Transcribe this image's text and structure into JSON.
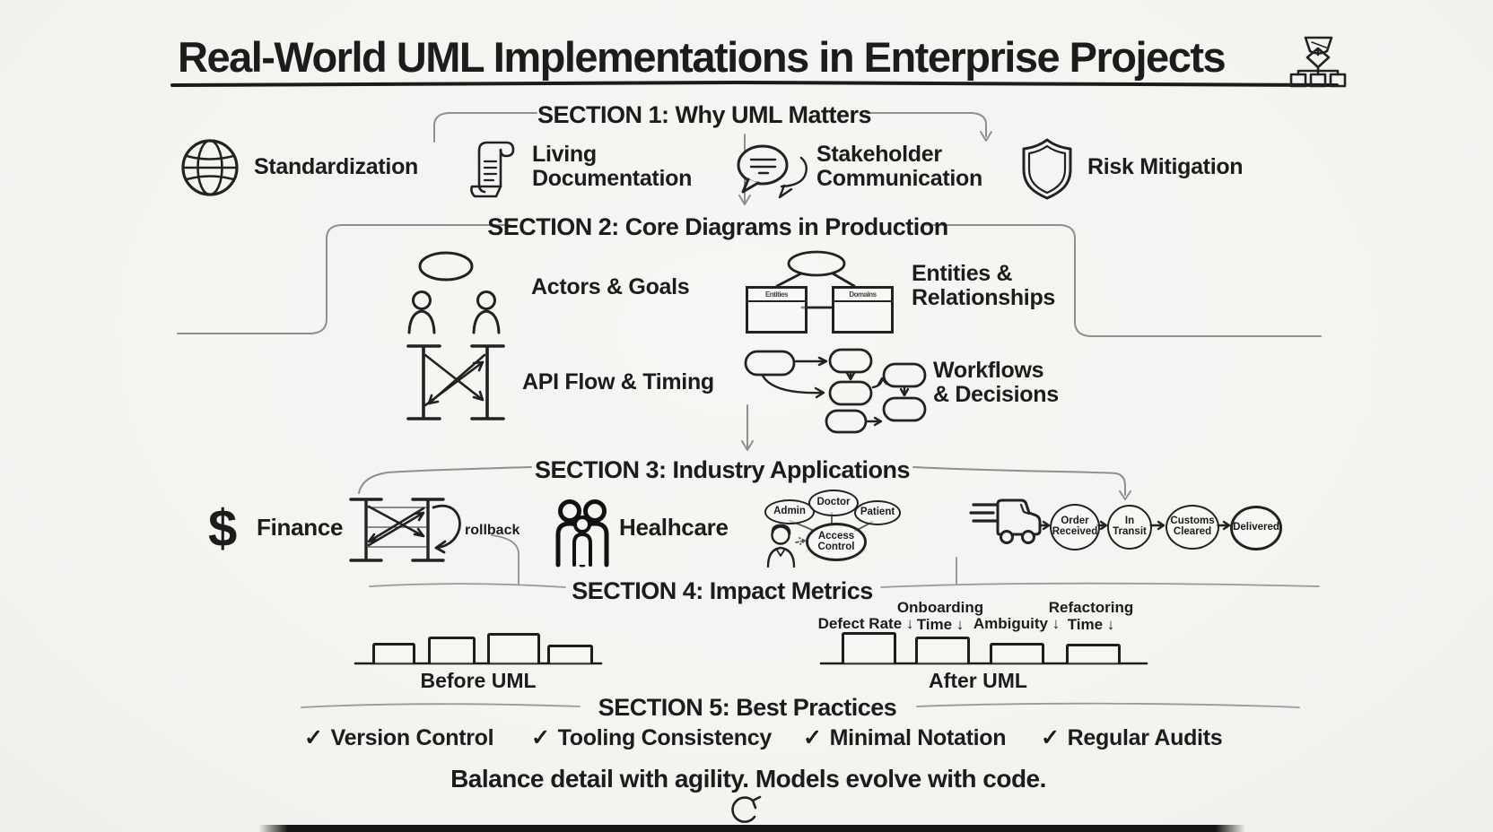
{
  "title": {
    "text": "Real-World UML Implementations in Enterprise Projects"
  },
  "sections": {
    "s1": {
      "heading": "SECTION 1: Why UML Matters",
      "items": [
        {
          "icon": "globe-icon",
          "label": "Standardization"
        },
        {
          "icon": "scroll-icon",
          "label": "Living Documentation"
        },
        {
          "icon": "speech-bubbles-icon",
          "label": "Stakeholder Communication"
        },
        {
          "icon": "shield-icon",
          "label": "Risk Mitigation"
        }
      ]
    },
    "s2": {
      "heading": "SECTION 2: Core Diagrams in Production",
      "items": [
        {
          "icon": "use-case-icon",
          "label": "Actors & Goals"
        },
        {
          "icon": "er-diagram-icon",
          "label": "Entities & Relationships"
        },
        {
          "icon": "sequence-diagram-icon",
          "label": "API Flow & Timing"
        },
        {
          "icon": "activity-diagram-icon",
          "label": "Workflows & Decisions"
        }
      ],
      "er_boxes": [
        "Entities",
        "Domains"
      ]
    },
    "s3": {
      "heading": "SECTION 3: Industry Applications",
      "finance": {
        "currency": "$",
        "label": "Finance",
        "annotation": "rollback"
      },
      "healthcare": {
        "label": "Healhcare",
        "roles": [
          "Admin",
          "Doctor",
          "Patient"
        ],
        "hub": "Access Control"
      },
      "logistics": {
        "states": [
          "Order Received",
          "In Transit",
          "Customs Cleared",
          "Delivered"
        ]
      }
    },
    "s4": {
      "heading": "SECTION 4: Impact Metrics",
      "before_label": "Before UML",
      "after_label": "After UML",
      "metrics": [
        "Defect Rate ↓",
        "Onboarding Time ↓",
        "Ambiguity ↓",
        "Refactoring Time ↓"
      ],
      "before_bars": [
        20,
        27,
        31,
        18
      ],
      "after_bars": [
        32,
        27,
        20,
        19
      ]
    },
    "s5": {
      "heading": "SECTION 5: Best Practices",
      "check": "✓",
      "items": [
        "Version Control",
        "Tooling Consistency",
        "Minimal Notation",
        "Regular Audits"
      ]
    }
  },
  "footer": {
    "tagline": "Balance detail with agility. Models evolve with code."
  },
  "colors": {
    "ink": "#1d1d1d",
    "pencil": "#8f8f8f",
    "background": "#f5f4f2"
  }
}
